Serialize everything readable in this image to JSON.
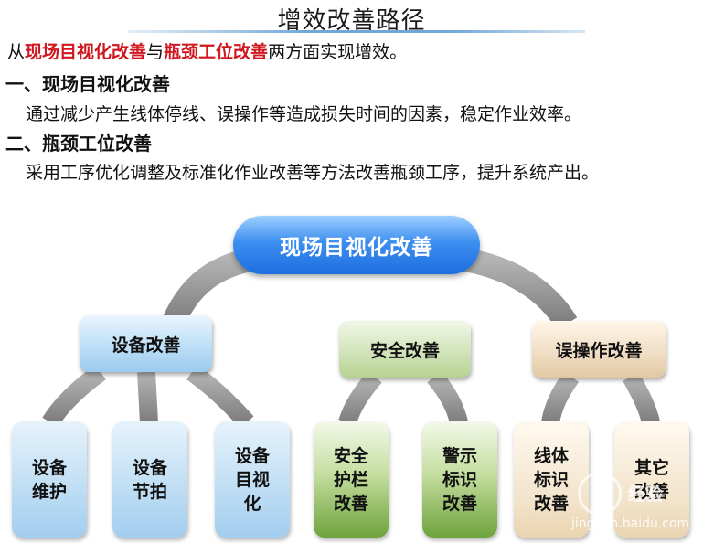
{
  "title": "增效改善路径",
  "intro": {
    "prefix": "从",
    "highlight1": "现场目视化改善",
    "mid": "与",
    "highlight2": "瓶颈工位改善",
    "suffix": "两方面实现增效。"
  },
  "section1": {
    "heading": "一、现场目视化改善",
    "text": "通过减少产生线体停线、误操作等造成损失时间的因素，稳定作业效率。"
  },
  "section2": {
    "heading": "二、瓶颈工位改善",
    "text": "采用工序优化调整及标准化作业改善等方法改善瓶颈工序，提升系统产出。"
  },
  "diagram": {
    "root": "现场目视化改善",
    "branches": [
      {
        "label": "设备改善",
        "color": "#b9dcf5",
        "leaves": [
          [
            "设备",
            "维护"
          ],
          [
            "设备",
            "节拍"
          ],
          [
            "设备",
            "目视",
            "化"
          ]
        ]
      },
      {
        "label": "安全改善",
        "color": "#c5dea0",
        "leaves": [
          [
            "安全",
            "护栏",
            "改善"
          ],
          [
            "警示",
            "标识",
            "改善"
          ]
        ]
      },
      {
        "label": "误操作改善",
        "color": "#efdcc2",
        "leaves": [
          [
            "线体",
            "标识",
            "改善"
          ],
          [
            "其它",
            "改善"
          ]
        ]
      }
    ]
  },
  "watermark": {
    "brand": "经验",
    "url": "jingyan.baidu.com"
  }
}
